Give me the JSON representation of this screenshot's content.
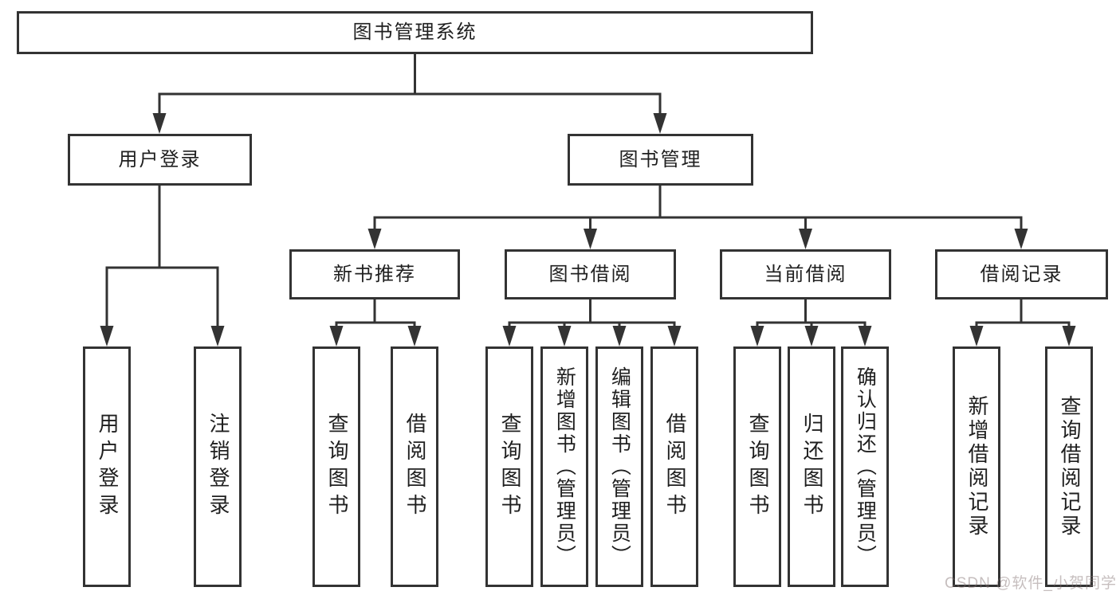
{
  "diagram": {
    "root": {
      "label": "图书管理系统"
    },
    "level2": [
      {
        "label": "用户登录"
      },
      {
        "label": "图书管理"
      }
    ],
    "level3": [
      {
        "label": "新书推荐"
      },
      {
        "label": "图书借阅"
      },
      {
        "label": "当前借阅"
      },
      {
        "label": "借阅记录"
      }
    ],
    "level4": [
      {
        "label": "用户登录"
      },
      {
        "label": "注销登录"
      },
      {
        "label": "查询图书"
      },
      {
        "label": "借阅图书"
      },
      {
        "label": "查询图书"
      },
      {
        "label": "新增图书（管理员）"
      },
      {
        "label": "编辑图书（管理员）"
      },
      {
        "label": "借阅图书"
      },
      {
        "label": "查询图书"
      },
      {
        "label": "归还图书"
      },
      {
        "label": "确认归还（管理员）"
      },
      {
        "label": "新增借阅记录"
      },
      {
        "label": "查询借阅记录"
      }
    ]
  },
  "watermark": "CSDN @软件_小贺同学",
  "colors": {
    "line": "#333333",
    "text": "#1f1f1f",
    "background": "#ffffff",
    "watermark": "#c8bdbd"
  }
}
